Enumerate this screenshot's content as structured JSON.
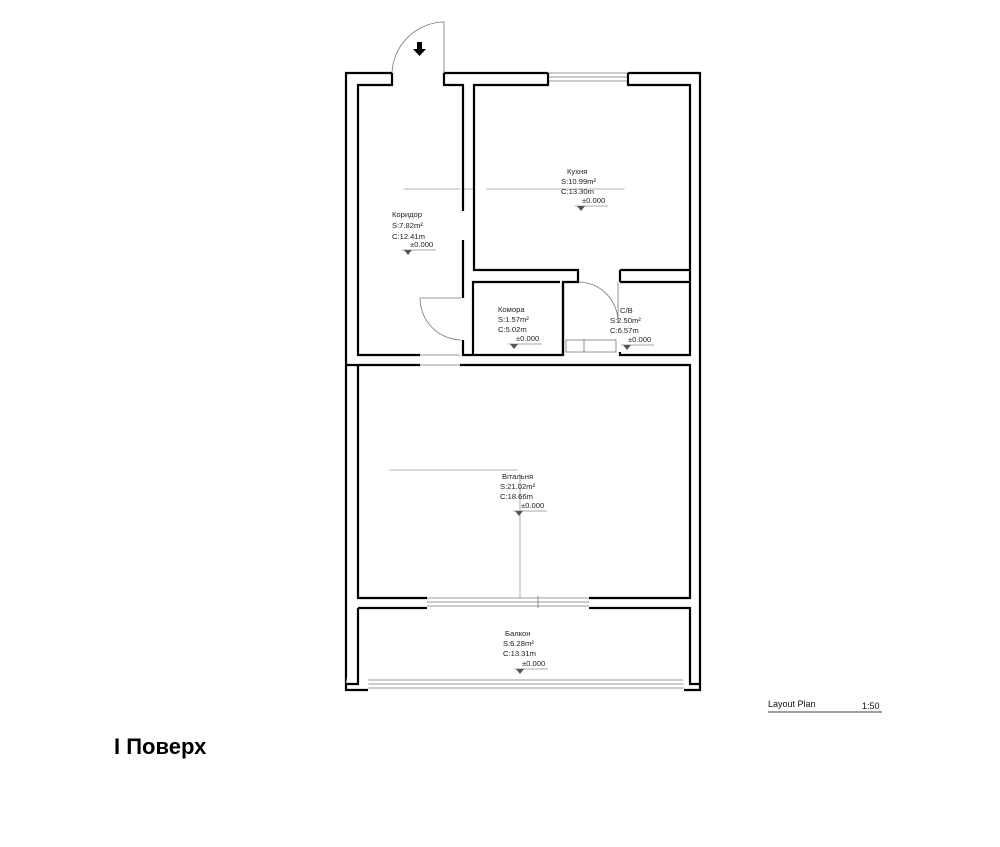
{
  "rooms": {
    "corridor": {
      "name": "Коридор",
      "area": "S:7.82m²",
      "perimeter": "C:12.41m",
      "level": "±0.000"
    },
    "kitchen": {
      "name": "Кухня",
      "area": "S:10.99m²",
      "perimeter": "C:13.30m",
      "level": "±0.000"
    },
    "storage": {
      "name": "Комора",
      "area": "S:1.57m²",
      "perimeter": "C:5.02m",
      "level": "±0.000"
    },
    "bathroom": {
      "name": "С/В",
      "area": "S:2.50m²",
      "perimeter": "C:6.57m",
      "level": "±0.000"
    },
    "living": {
      "name": "Вітальня",
      "area": "S:21.02m²",
      "perimeter": "C:18.66m",
      "level": "±0.000"
    },
    "balcony": {
      "name": "Балкон",
      "area": "S:6.28m²",
      "perimeter": "C:13.31m",
      "level": "±0.000"
    }
  },
  "legend": {
    "title": "Layout Plan",
    "scale": "1:50"
  },
  "floor_title": "І Поверх",
  "colors": {
    "wall": "#000000",
    "line": "#999999"
  },
  "icons": {
    "entrance": "entrance-arrow-icon",
    "level_marker": "level-marker-icon"
  }
}
